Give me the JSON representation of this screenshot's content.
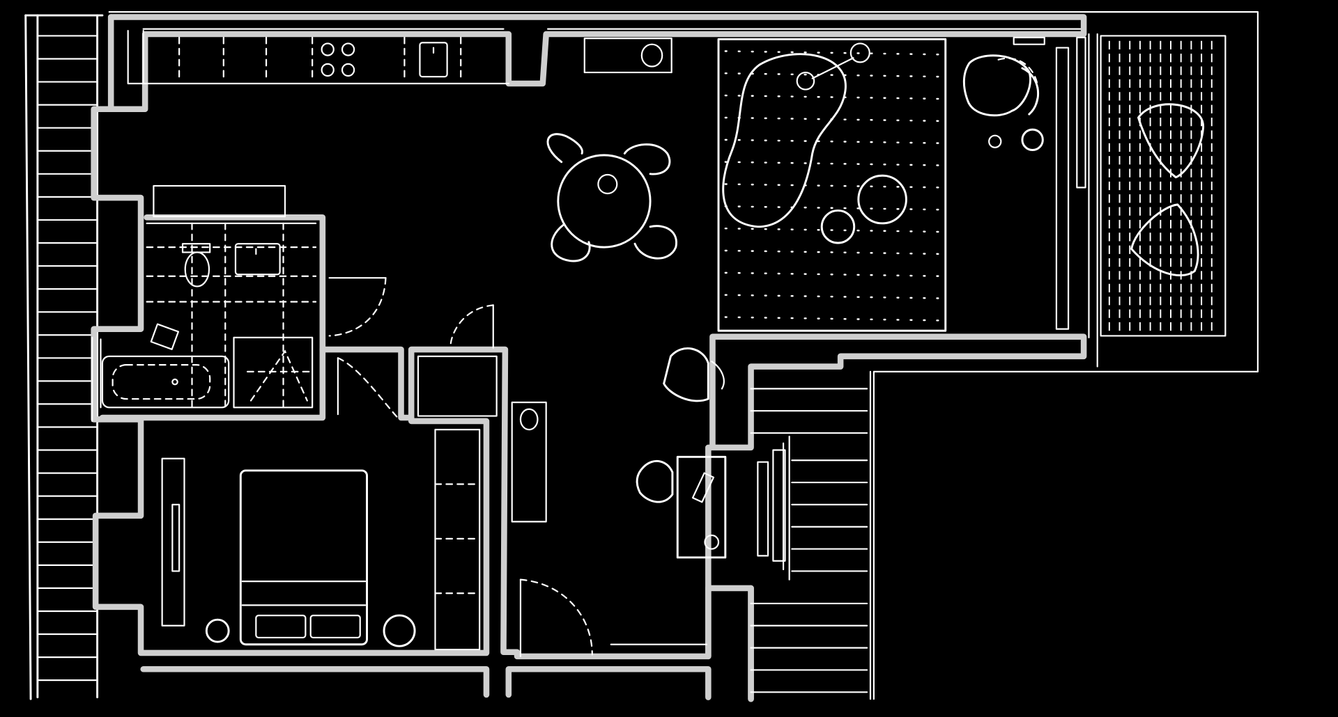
{
  "drawing": {
    "type": "floor-plan-sketch",
    "colors": {
      "background": "#000000",
      "line": "#ffffff",
      "wall": "#cfcfcf"
    },
    "rooms": [
      "kitchen",
      "bathroom",
      "bedroom",
      "living-dining",
      "entry",
      "garden",
      "terrace"
    ],
    "furniture": {
      "dining_chairs": 4,
      "bed": "double",
      "bedside_tables": 2,
      "stove_burners": 4,
      "terrace_seats": 2,
      "stairs": 3
    }
  }
}
